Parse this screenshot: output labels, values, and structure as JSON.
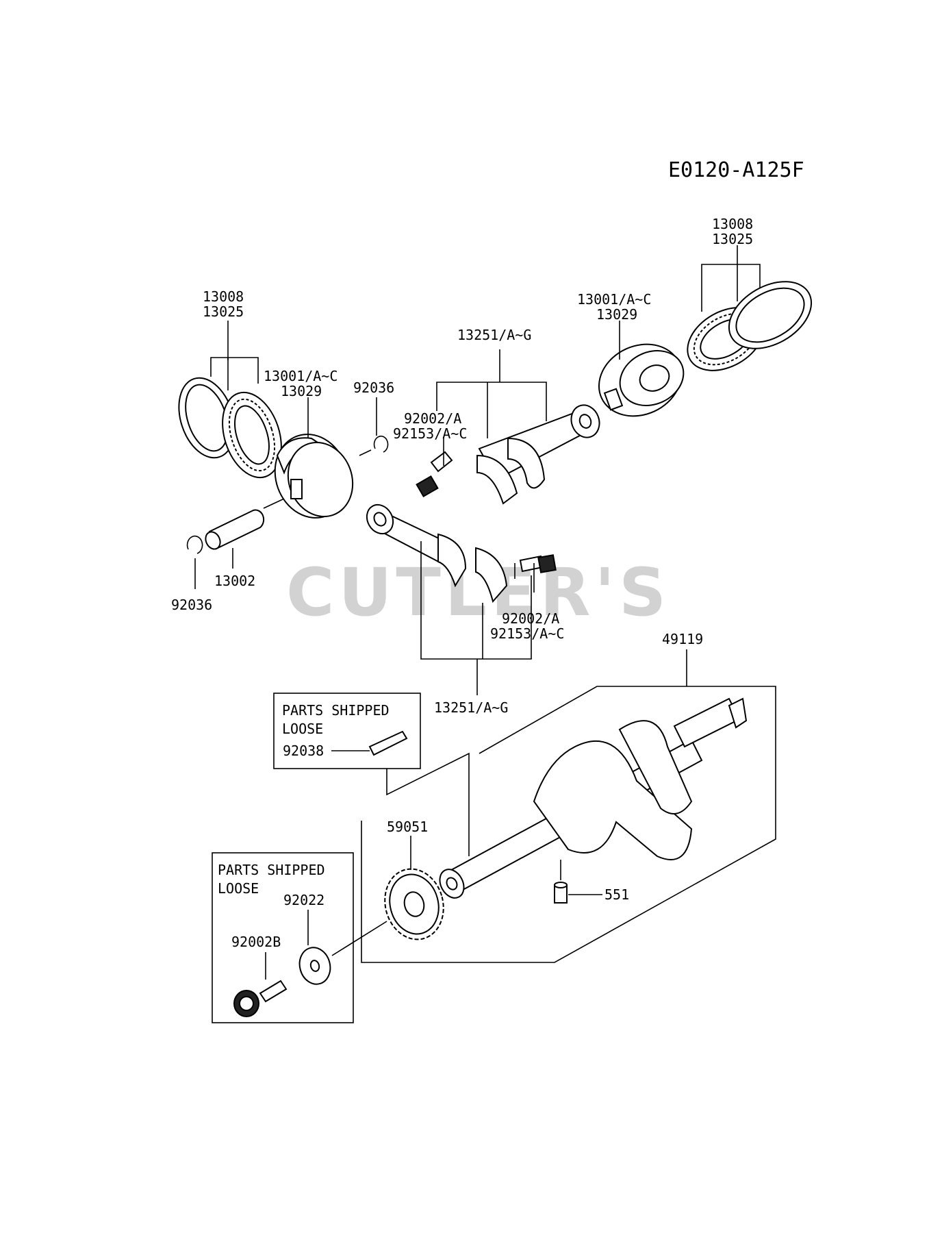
{
  "diagram": {
    "code": "E0120-A125F",
    "watermark": "CUTLER'S",
    "labels": {
      "rings_left_1": "13008",
      "rings_left_2": "13025",
      "piston_left_1": "13001/A~C",
      "piston_left_2": "13029",
      "clip_top": "92036",
      "pin": "13002",
      "clip_bottom": "92036",
      "rod_top": "13251/A~G",
      "bolt_top_1": "92002/A",
      "bolt_top_2": "92153/A~C",
      "piston_right_1": "13001/A~C",
      "piston_right_2": "13029",
      "rings_right_1": "13008",
      "rings_right_2": "13025",
      "bolt_bottom_1": "92002/A",
      "bolt_bottom_2": "92153/A~C",
      "rod_bottom": "13251/A~G",
      "crankshaft": "49119",
      "key": "92038",
      "gear": "59051",
      "dowel": "551",
      "washer": "92022",
      "bolt_gear": "92002B"
    },
    "loose_box_1": {
      "line1": "PARTS SHIPPED",
      "line2": "LOOSE"
    },
    "loose_box_2": {
      "line1": "PARTS SHIPPED",
      "line2": "LOOSE"
    }
  }
}
